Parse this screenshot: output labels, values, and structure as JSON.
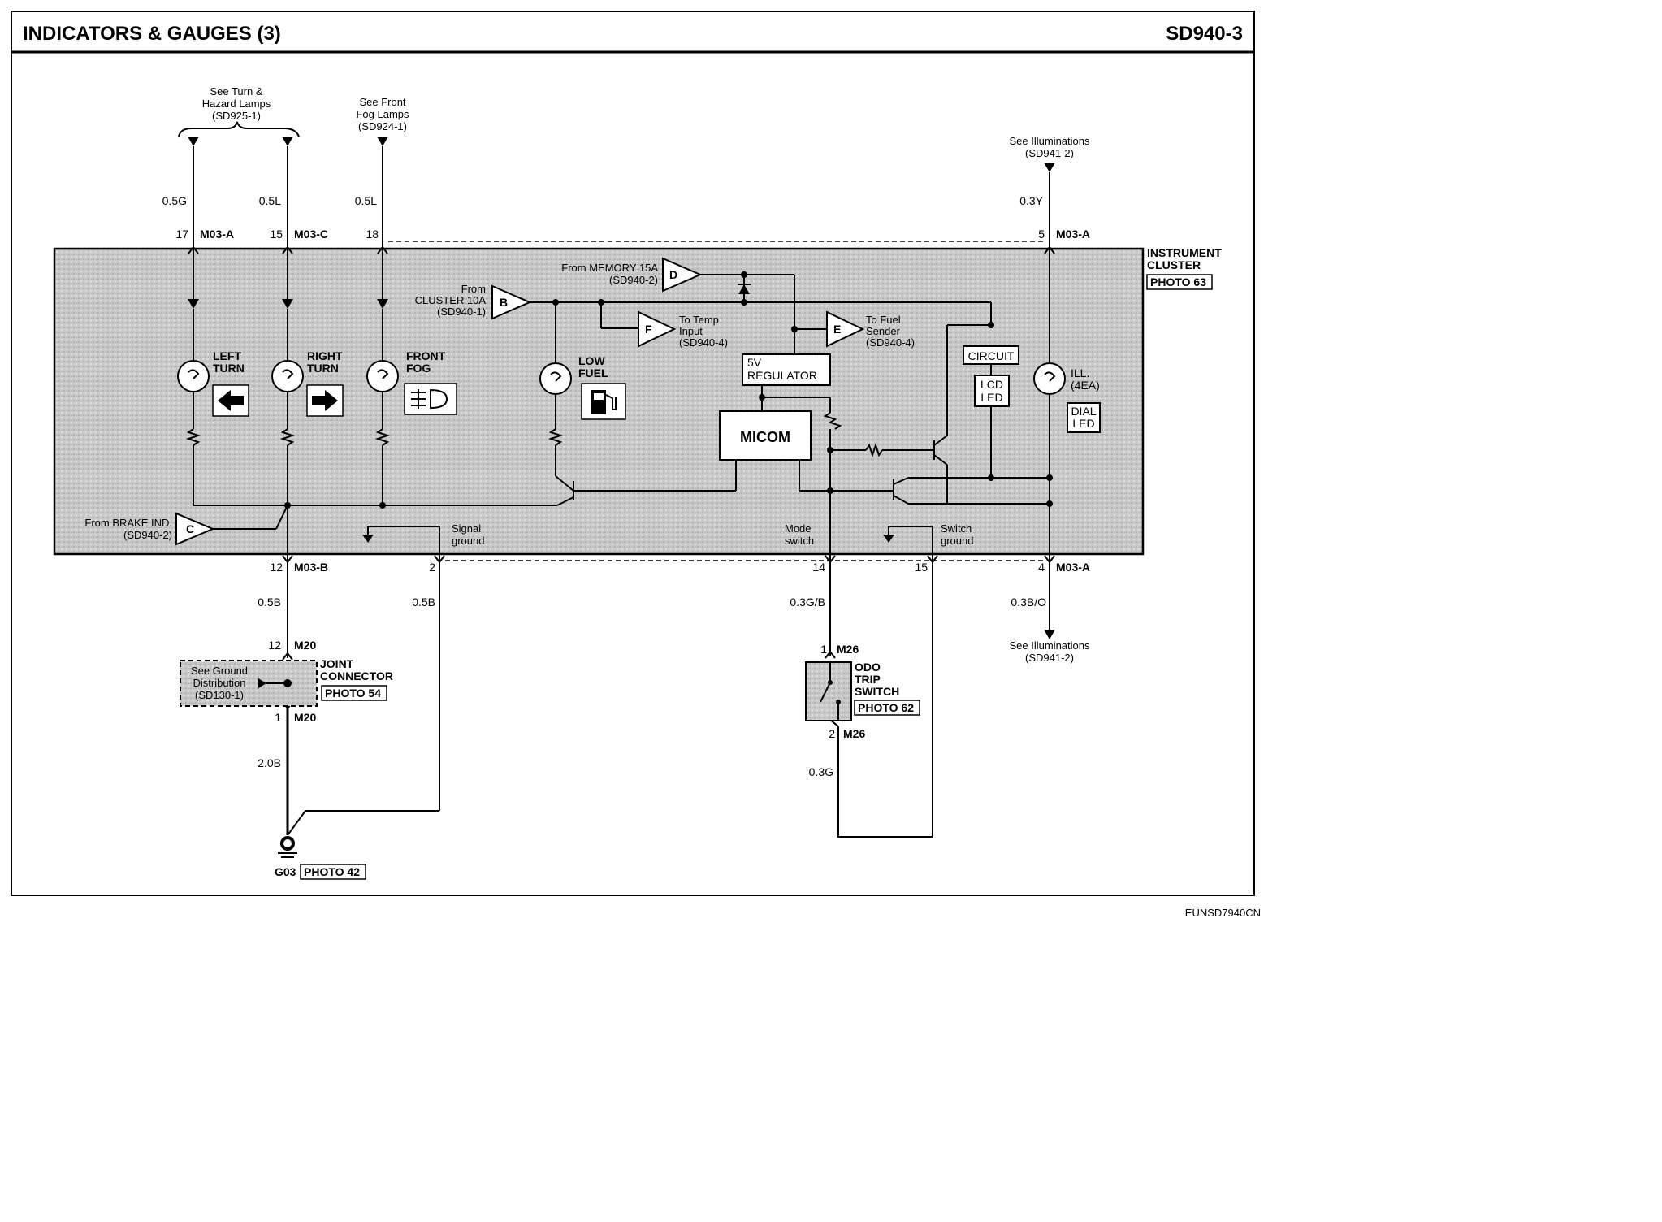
{
  "header": {
    "title": "INDICATORS & GAUGES (3)",
    "code": "SD940-3"
  },
  "footer": {
    "code": "EUNSD7940CN"
  },
  "cluster": {
    "name_line1": "INSTRUMENT",
    "name_line2": "CLUSTER",
    "photo": "PHOTO 63"
  },
  "refs": {
    "turn_hazard": [
      "See Turn &",
      "Hazard Lamps",
      "(SD925-1)"
    ],
    "front_fog": [
      "See Front",
      "Fog Lamps",
      "(SD924-1)"
    ],
    "illum_top": [
      "See Illuminations",
      "(SD941-2)"
    ],
    "illum_bottom": [
      "See Illuminations",
      "(SD941-2)"
    ],
    "memory": [
      "From MEMORY 15A",
      "(SD940-2)"
    ],
    "cluster10a": [
      "From",
      "CLUSTER 10A",
      "(SD940-1)"
    ],
    "temp": [
      "To Temp",
      "Input",
      "(SD940-4)"
    ],
    "fuel": [
      "To Fuel",
      "Sender",
      "(SD940-4)"
    ],
    "brake": [
      "From BRAKE IND.",
      "(SD940-2)"
    ],
    "ground_dist": [
      "See Ground",
      "Distribution",
      "(SD130-1)"
    ]
  },
  "wires": {
    "w1": "0.5G",
    "w2": "0.5L",
    "w3": "0.5L",
    "w4": "0.3Y",
    "w5": "0.5B",
    "w6": "0.5B",
    "w7": "2.0B",
    "w8": "0.3G/B",
    "w9": "0.3G",
    "w10": "0.3B/O"
  },
  "pins": {
    "p17": "17",
    "p15": "15",
    "p18": "18",
    "p5": "5",
    "p12": "12",
    "p2": "2",
    "p14": "14",
    "p15b": "15",
    "p4": "4",
    "m20a": "12",
    "m20b": "1",
    "m26a": "1",
    "m26b": "2"
  },
  "connectors": {
    "m03a_top": "M03-A",
    "m03c": "M03-C",
    "m03a_right": "M03-A",
    "m03b": "M03-B",
    "m03a_bottom": "M03-A",
    "m20_top": "M20",
    "m20_bottom": "M20",
    "m26_top": "M26",
    "m26_bottom": "M26"
  },
  "inputs": {
    "b": "B",
    "c": "C",
    "d": "D",
    "e": "E",
    "f": "F"
  },
  "lamps": {
    "left_turn": [
      "LEFT",
      "TURN"
    ],
    "right_turn": [
      "RIGHT",
      "TURN"
    ],
    "front_fog": [
      "FRONT",
      "FOG"
    ],
    "low_fuel": [
      "LOW",
      "FUEL"
    ],
    "ill": [
      "ILL.",
      "(4EA)"
    ]
  },
  "blocks": {
    "regulator": [
      "5V",
      "REGULATOR"
    ],
    "micom": "MICOM",
    "circuit": "CIRCUIT",
    "lcd_led": [
      "LCD",
      "LED"
    ],
    "dial_led": [
      "DIAL",
      "LED"
    ]
  },
  "grounds": {
    "signal": [
      "Signal",
      "ground"
    ],
    "mode": [
      "Mode",
      "switch"
    ],
    "switch": [
      "Switch",
      "ground"
    ]
  },
  "joint": {
    "label1": "JOINT",
    "label2": "CONNECTOR",
    "photo": "PHOTO 54"
  },
  "odo": {
    "label1": "ODO",
    "label2": "TRIP",
    "label3": "SWITCH",
    "photo": "PHOTO 62"
  },
  "ground_g03": {
    "label": "G03",
    "photo": "PHOTO 42"
  }
}
